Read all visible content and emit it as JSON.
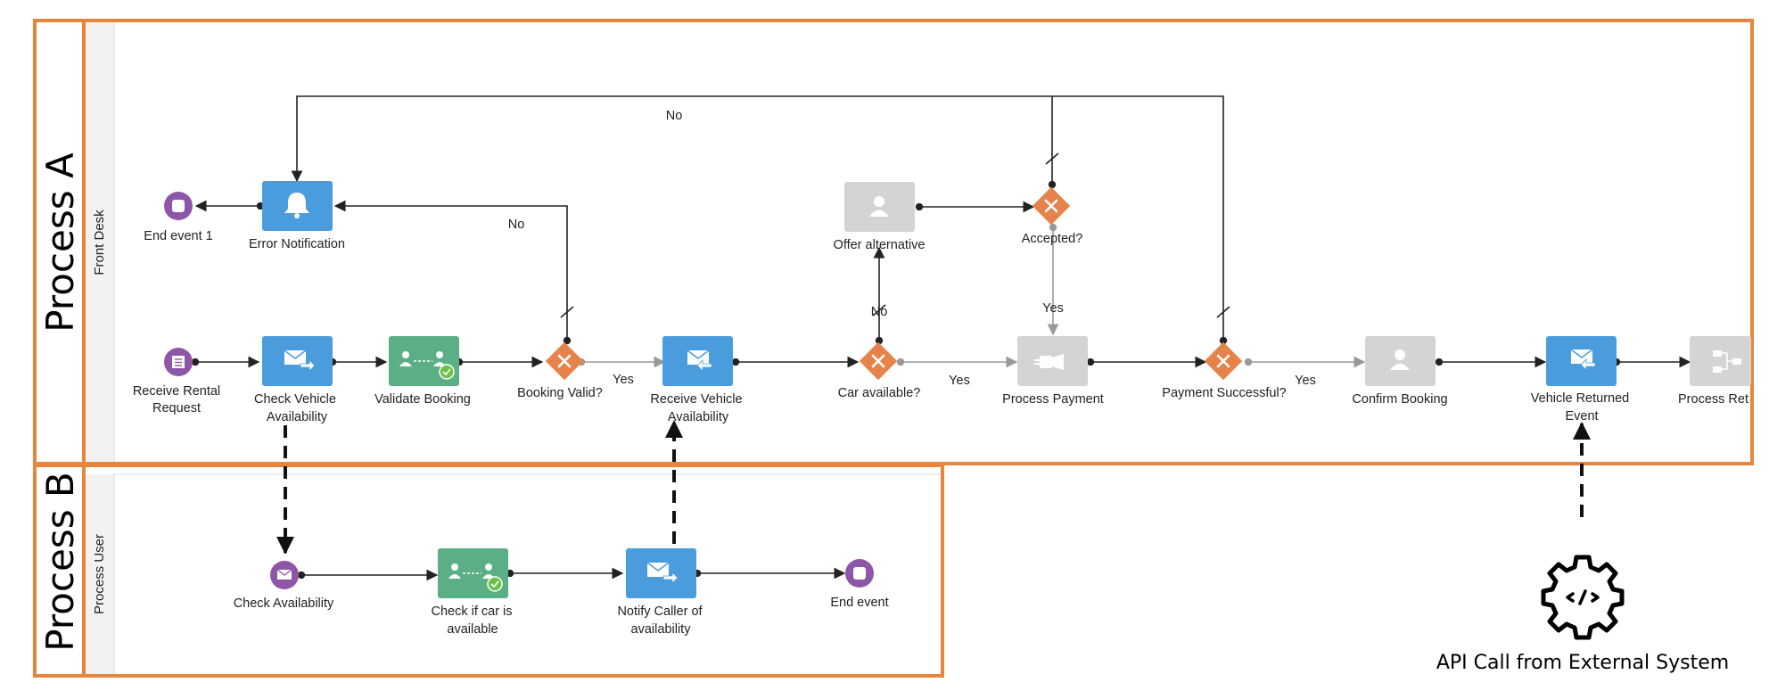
{
  "pools": {
    "a": {
      "title": "Process A",
      "lane": "Front Desk"
    },
    "b": {
      "title": "Process B",
      "lane": "Process User"
    }
  },
  "colors": {
    "pool_border": "#e8853d",
    "task_blue": "#4b9cdc",
    "task_green": "#5aaf84",
    "task_grey": "#d4d4d4",
    "gateway": "#e5834b",
    "event": "#8e56a8",
    "flow": "#222222",
    "flow_light": "#999999"
  },
  "nodes": {
    "end_event_1": "End event 1",
    "error_notification": "Error Notification",
    "receive_rental_request_1": "Receive Rental",
    "receive_rental_request_2": "Request",
    "check_vehicle_availability_1": "Check Vehicle",
    "check_vehicle_availability_2": "Availability",
    "validate_booking": "Validate Booking",
    "booking_valid": "Booking Valid?",
    "receive_vehicle_availability_1": "Receive Vehicle",
    "receive_vehicle_availability_2": "Availability",
    "car_available": "Car available?",
    "offer_alternative": "Offer alternative",
    "accepted": "Accepted?",
    "process_payment": "Process Payment",
    "payment_successful": "Payment Successful?",
    "confirm_booking": "Confirm Booking",
    "vehicle_returned_event_1": "Vehicle Returned",
    "vehicle_returned_event_2": "Event",
    "process_ret": "Process Ret",
    "check_availability": "Check Availability",
    "check_if_car_available_1": "Check if car is",
    "check_if_car_available_2": "available",
    "notify_caller_1": "Notify Caller of",
    "notify_caller_2": "availability",
    "end_event": "End event"
  },
  "flow_labels": {
    "top_no": "No",
    "booking_no": "No",
    "booking_yes": "Yes",
    "car_no": "No",
    "car_yes": "Yes",
    "accepted_yes": "Yes",
    "payment_yes": "Yes"
  },
  "external": {
    "api_label": "API Call from External System"
  }
}
